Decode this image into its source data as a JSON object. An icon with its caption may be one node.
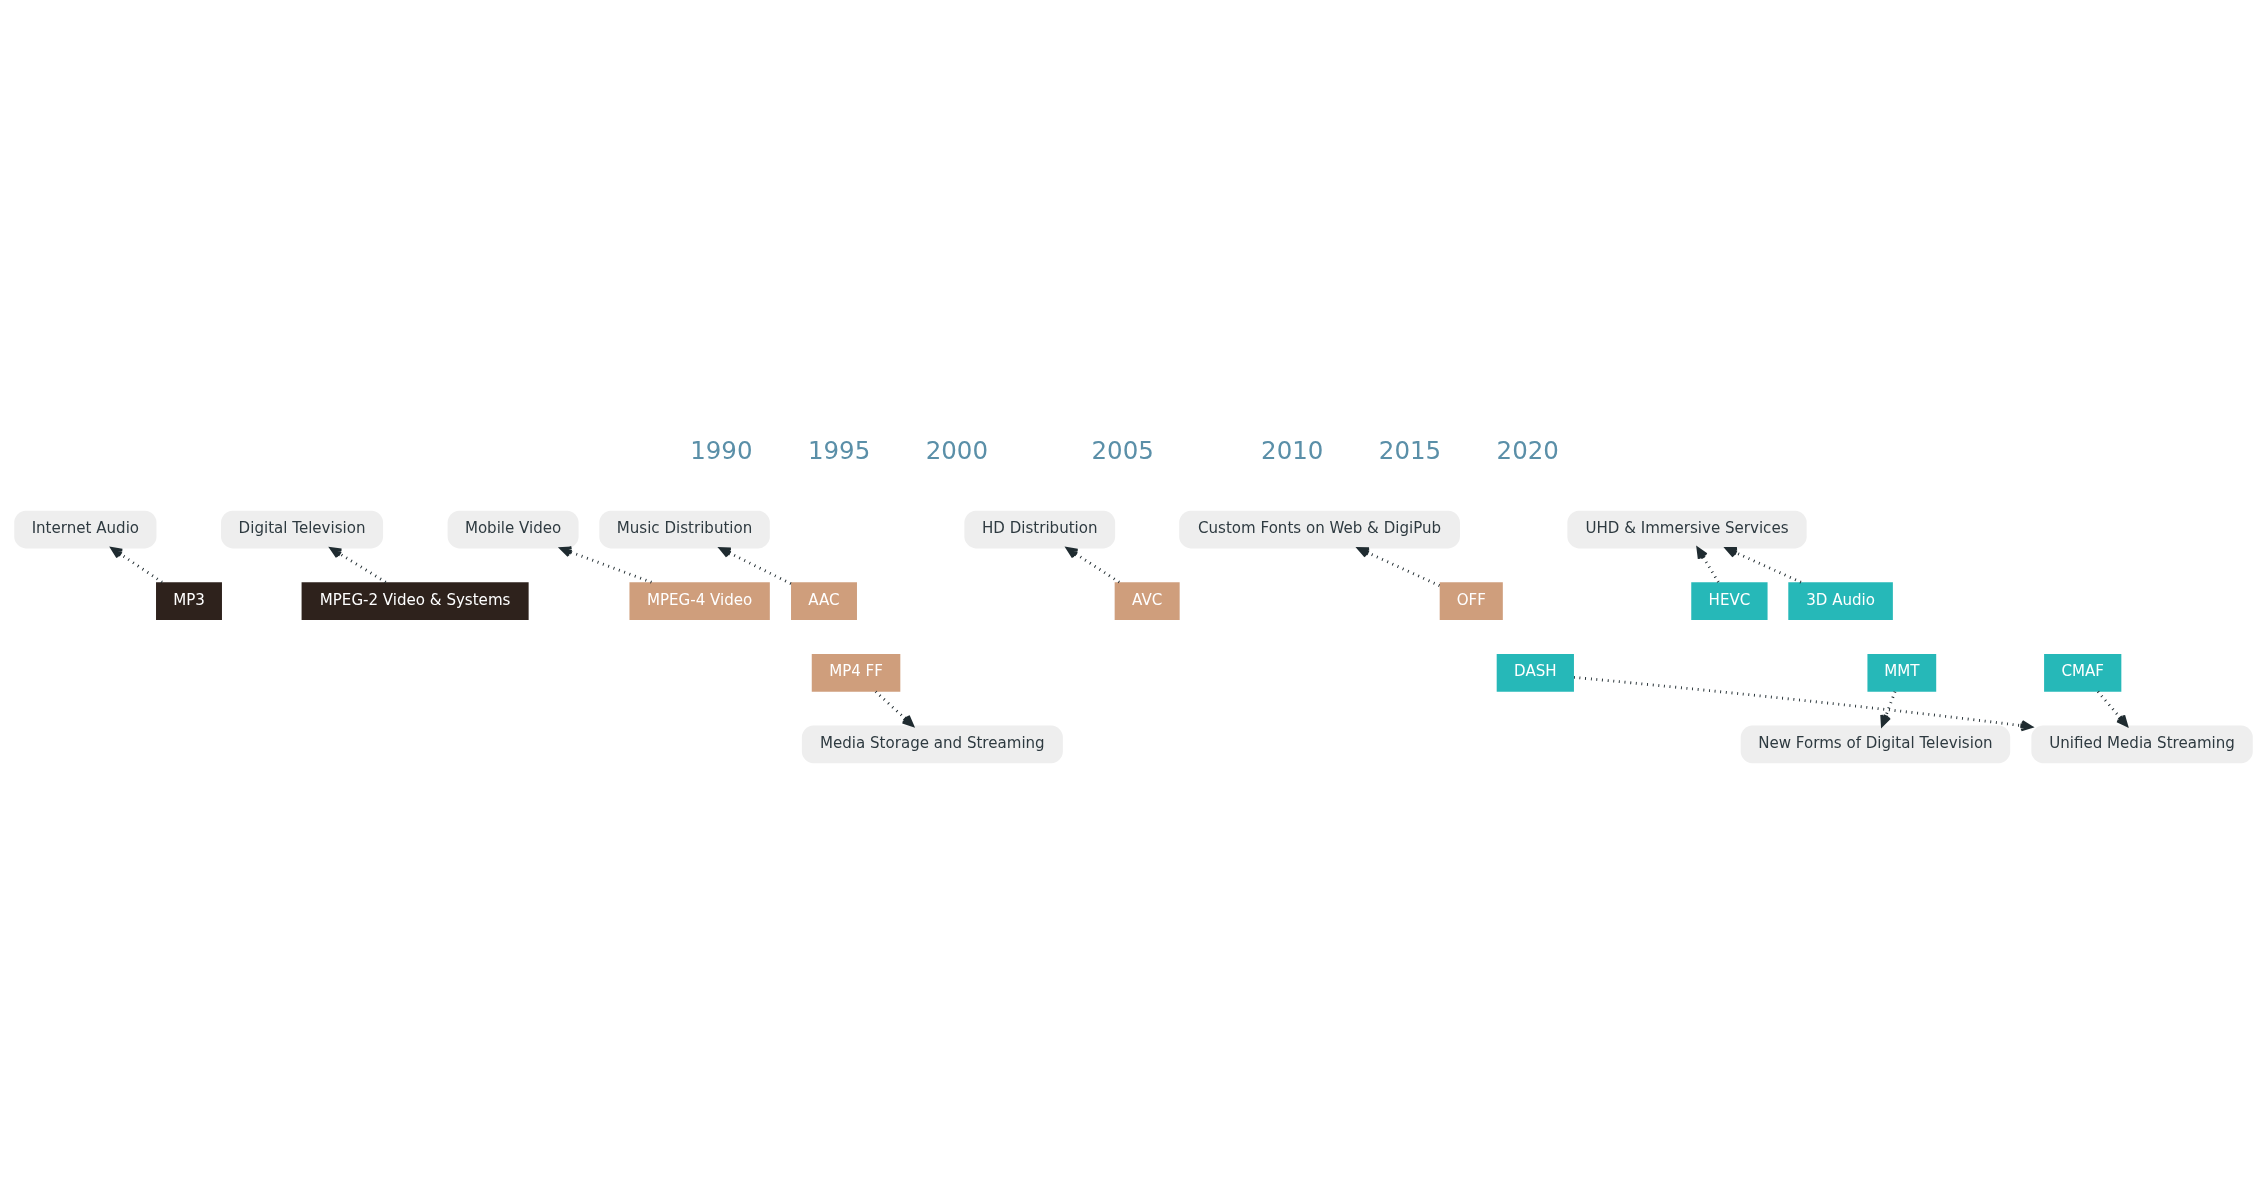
{
  "diagram": {
    "nodes": [
      {
        "text": [
          "Internet Audio"
        ]
      },
      {
        "text": [
          "Digital Television"
        ]
      },
      {
        "text": [
          "Mobile Video"
        ]
      },
      {
        "text": [
          "Music Distribution"
        ]
      },
      {
        "text": [
          "HD Distribution"
        ]
      },
      {
        "text": [
          "Custom Fonts on Web & DigiPub"
        ]
      },
      {
        "text": [
          "UHD & Immersive Services"
        ]
      },
      {
        "text": [
          "MP3"
        ]
      },
      {
        "text": [
          "MPEG-2 Video & Systems"
        ]
      },
      {
        "text": [
          "MPEG-4 Video"
        ]
      },
      {
        "text": [
          "AAC"
        ]
      },
      {
        "text": [
          "AVC"
        ]
      },
      {
        "text": [
          "OFF"
        ]
      },
      {
        "text": [
          "HEVC"
        ]
      },
      {
        "text": [
          "3D Audio"
        ]
      },
      {
        "text": [
          "MP4 FF"
        ]
      },
      {
        "text": [
          "DASH"
        ]
      },
      {
        "text": [
          "MMT"
        ]
      },
      {
        "text": [
          "CMAF"
        ]
      },
      {
        "text": [
          "Media Storage and Streaming"
        ]
      },
      {
        "text": [
          "New Forms of Digital Television"
        ]
      },
      {
        "text": [
          "Unified Media Streaming"
        ]
      }
    ],
    "edges": [
      {
        "from": 7,
        "to": 0,
        "arrow": "to"
      },
      {
        "from": 8,
        "to": 1,
        "arrow": "to"
      },
      {
        "from": 9,
        "to": 2,
        "arrow": "to"
      },
      {
        "from": 10,
        "to": 3,
        "arrow": "to"
      },
      {
        "from": 11,
        "to": 4,
        "arrow": "to"
      },
      {
        "from": 12,
        "to": 5,
        "arrow": "to"
      },
      {
        "from": 13,
        "to": 6,
        "arrow": "to"
      },
      {
        "from": 14,
        "to": 6,
        "arrow": "to"
      },
      {
        "from": 15,
        "to": 19,
        "arrow": "to"
      },
      {
        "from": 16,
        "to": 21,
        "arrow": "to"
      },
      {
        "from": 17,
        "to": 20,
        "arrow": "to"
      },
      {
        "from": 18,
        "to": 21,
        "arrow": "to"
      }
    ],
    "labels": [
      "1990",
      "1995",
      "2000",
      "2005",
      "2010",
      "2015",
      "2020"
    ]
  }
}
